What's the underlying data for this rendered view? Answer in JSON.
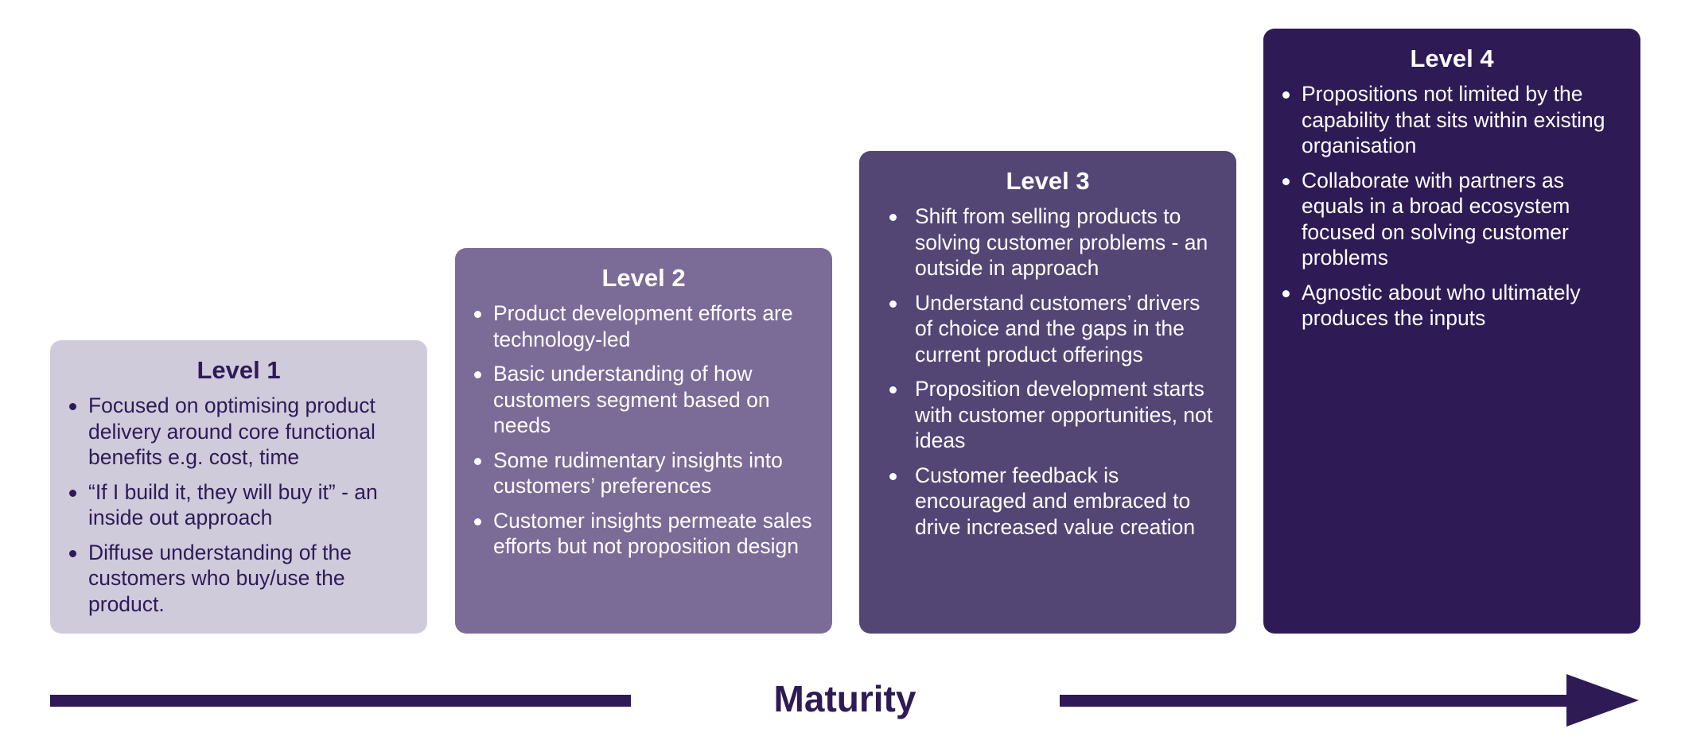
{
  "levels": [
    {
      "title": "Level 1",
      "bullets": [
        "Focused on optimising product delivery around core functional benefits e.g. cost, time",
        "“If I build it, they will buy it” - an inside out approach",
        "Diffuse understanding of the customers who buy/use the product."
      ]
    },
    {
      "title": "Level 2",
      "bullets": [
        "Product development efforts are technology-led",
        "Basic understanding of how customers segment based on needs",
        "Some rudimentary insights into customers’ preferences",
        "Customer insights permeate sales efforts but not proposition design"
      ]
    },
    {
      "title": "Level 3",
      "bullets": [
        "Shift from selling products to solving customer problems - an outside in approach",
        "Understand customers’ drivers of choice and the gaps in the current product offerings",
        "Proposition development starts with customer opportunities, not ideas",
        "Customer feedback is encouraged and embraced to drive increased value creation"
      ]
    },
    {
      "title": "Level 4",
      "bullets": [
        "Propositions not limited by the capability that sits within existing organisation",
        "Collaborate with partners as equals in a broad ecosystem focused on solving customer problems",
        "Agnostic about who ultimately produces the inputs"
      ]
    }
  ],
  "axis": {
    "label": "Maturity"
  },
  "colors": {
    "level_1_fill": "#cfcbdb",
    "level_2_fill": "#7b6b97",
    "level_3_fill": "#534675",
    "level_4_fill": "#2e1b56",
    "dark_text": "#2d1b57",
    "axis": "#2e1b56"
  }
}
